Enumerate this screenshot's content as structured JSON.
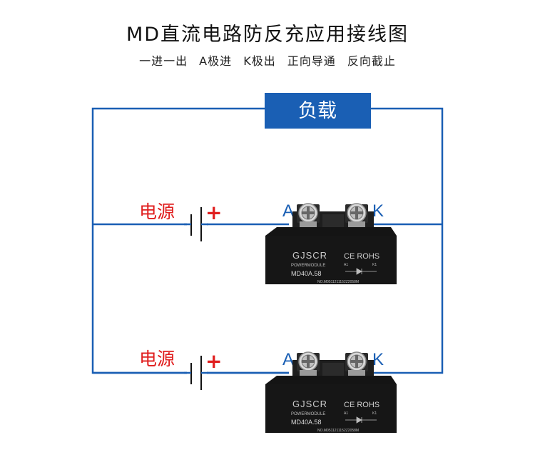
{
  "title": "MD直流电路防反充应用接线图",
  "subtitle": "一进一出 A极进 K极出 正向导通 反向截止",
  "load_label": "负载",
  "source_label": "电源",
  "plus_sign": "+",
  "anode_label": "A",
  "cathode_label": "K",
  "module": {
    "brand": "GJSCR",
    "subtitle": "POWERMODULE",
    "model": "MD40A.58",
    "cert": "CE ROHS",
    "serial": "NO.M0511211152Z2058M",
    "pin_a1": "A1",
    "pin_k1": "K1"
  },
  "colors": {
    "wire": "#1a5fb4",
    "load_bg": "#1a5fb4",
    "source_red": "#e01e1e",
    "module_body": "#141414"
  }
}
